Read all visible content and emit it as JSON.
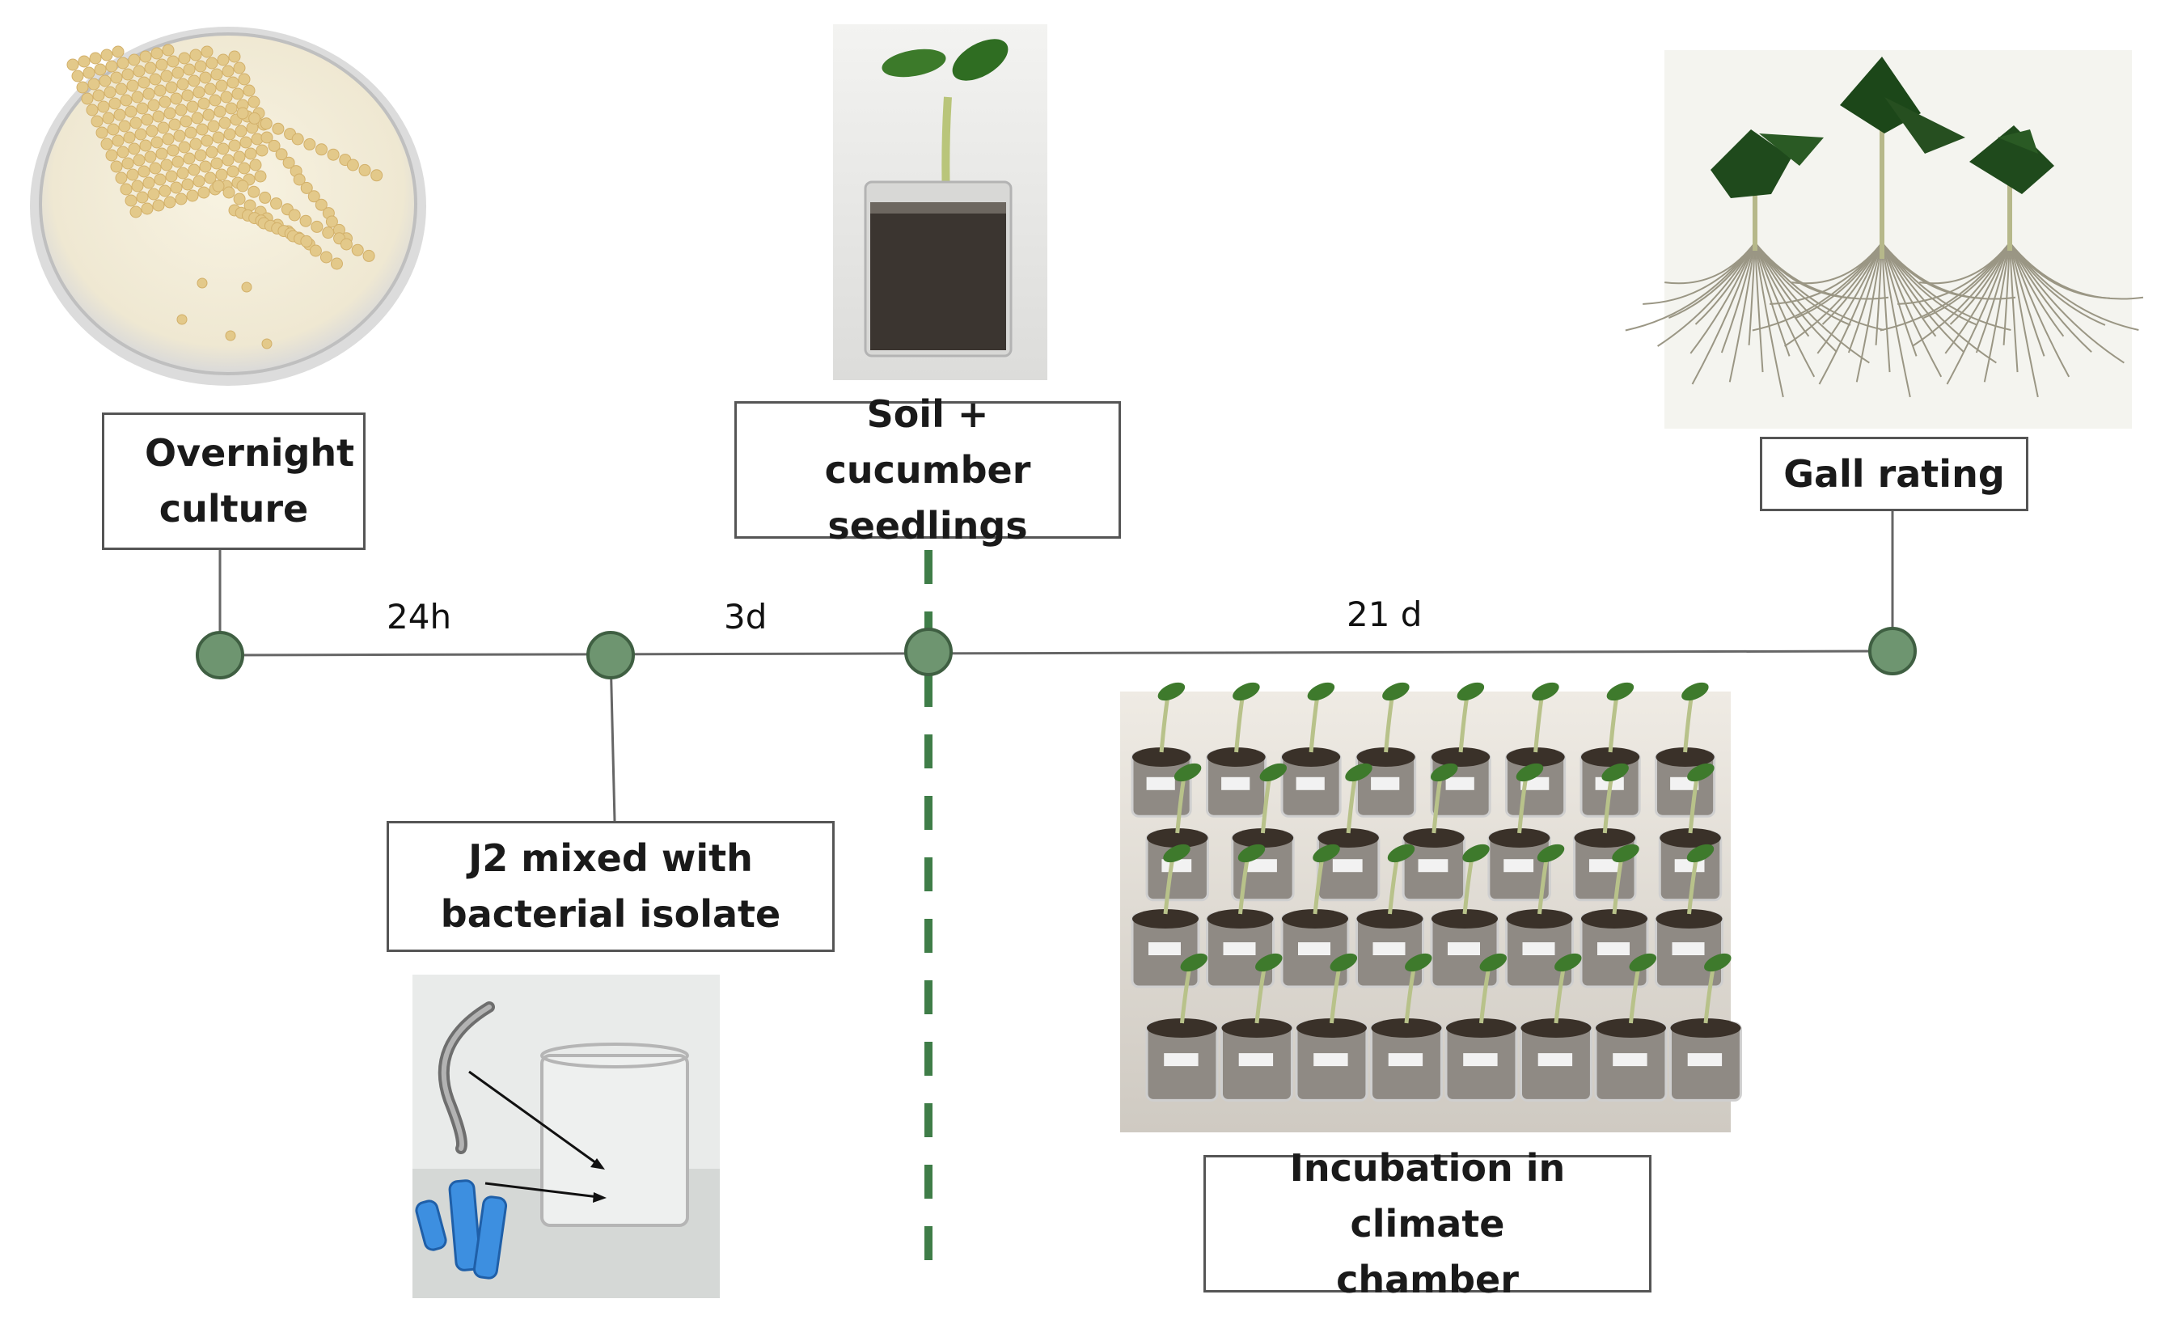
{
  "labels": {
    "overnight_culture": "Overnight culture",
    "j2_mixed": "J2 mixed with bacterial isolate",
    "soil_seedlings": "Soil + cucumber seedlings",
    "gall_rating": "Gall rating",
    "incubation": "Incubation in climate chamber"
  },
  "durations": {
    "d1": "24h",
    "d2": "3d",
    "d3": "21 d"
  },
  "colors": {
    "node": "#6e9570",
    "node_stroke": "#3f5f42",
    "line": "#666666",
    "dashed_divider": "#3f7d48"
  }
}
